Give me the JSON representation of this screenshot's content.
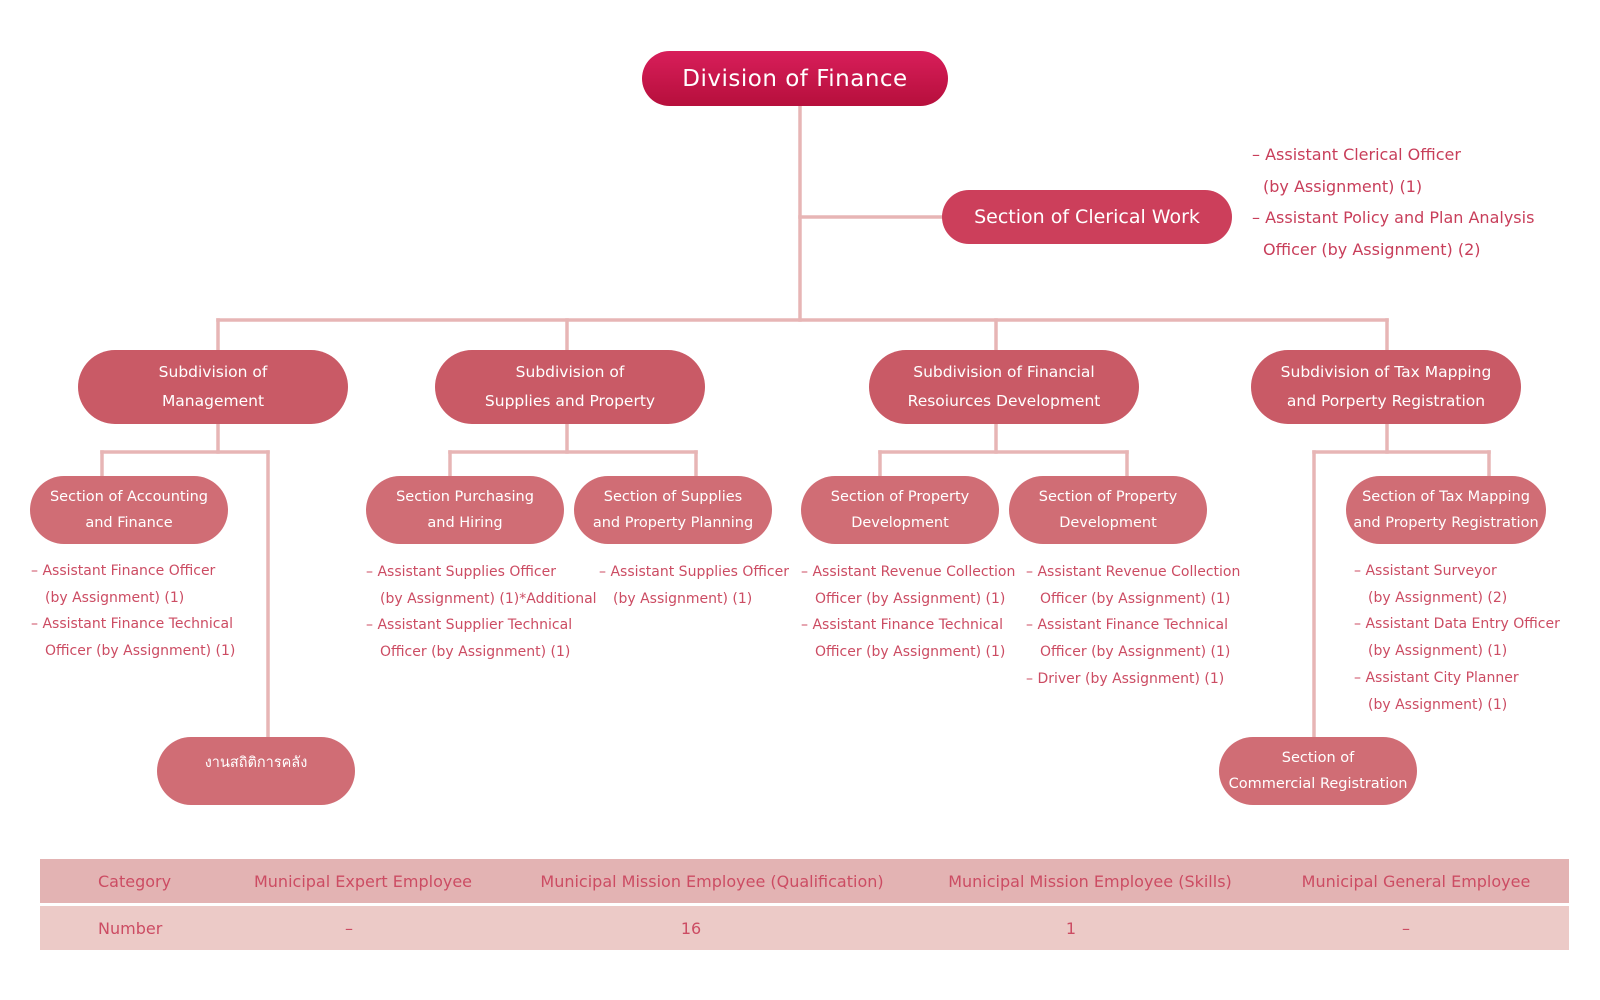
{
  "root": {
    "label": "Division of Finance"
  },
  "clerical": {
    "label": "Section of Clerical Work",
    "notes": [
      "– Assistant Clerical Officer",
      "(by Assignment) (1)",
      "– Assistant Policy and Plan Analysis",
      "Officer (by Assignment) (2)"
    ]
  },
  "subdivisions": [
    {
      "line1": "Subdivision of",
      "line2": "Management"
    },
    {
      "line1": "Subdivision of",
      "line2": "Supplies and Property"
    },
    {
      "line1": "Subdivision of  Financial",
      "line2": "Resoiurces Development"
    },
    {
      "line1": "Subdivision of Tax Mapping",
      "line2": "and Porperty Registration"
    }
  ],
  "sections": [
    {
      "line1": "Section of Accounting",
      "line2": "and Finance",
      "notes": [
        "– Assistant Finance Officer",
        "(by Assignment) (1)",
        "– Assistant Finance Technical",
        "Officer  (by Assignment) (1)"
      ]
    },
    {
      "line1": "งานสถิติการคลัง",
      "line2": ""
    },
    {
      "line1": "Section Purchasing",
      "line2": "and Hiring",
      "notes": [
        "– Assistant Supplies Officer",
        "(by Assignment) (1)*Additional",
        "– Assistant Supplier Technical",
        "Officer (by Assignment) (1)"
      ]
    },
    {
      "line1": "Section of Supplies",
      "line2": "and Property Planning",
      "notes": [
        "– Assistant Supplies Officer",
        "(by Assignment) (1)"
      ]
    },
    {
      "line1": "Section of Property",
      "line2": "Development",
      "notes": [
        "– Assistant Revenue Collection",
        "Officer (by Assignment) (1)",
        "– Assistant Finance Technical",
        "Officer (by Assignment) (1)"
      ]
    },
    {
      "line1": "Section of Property",
      "line2": "Development",
      "notes": [
        "– Assistant Revenue Collection",
        "Officer (by Assignment) (1)",
        "– Assistant Finance Technical",
        "Officer (by Assignment) (1)",
        "– Driver (by Assignment) (1)"
      ]
    },
    {
      "line1": "Section of Tax Mapping",
      "line2": "and Property Registration",
      "notes": [
        "– Assistant Surveyor",
        "(by Assignment) (2)",
        "– Assistant Data Entry Officer",
        "(by Assignment) (1)",
        "– Assistant City Planner",
        "(by Assignment) (1)"
      ]
    },
    {
      "line1": "Section of",
      "line2": "Commercial Registration"
    }
  ],
  "table": {
    "headers": [
      "Category",
      "Municipal Expert Employee",
      "Municipal Mission Employee (Qualification)",
      "Municipal Mission Employee (Skills)",
      "Municipal General Employee"
    ],
    "row": [
      "Number",
      "–",
      "16",
      "1",
      "–"
    ]
  },
  "colors": {
    "connector": "#e7b5b5",
    "root": "#c8174a",
    "clerical": "#cc3f5b",
    "subdivision": "#c95a66",
    "section": "#d06d75",
    "notes_text": "#cc4c63"
  }
}
